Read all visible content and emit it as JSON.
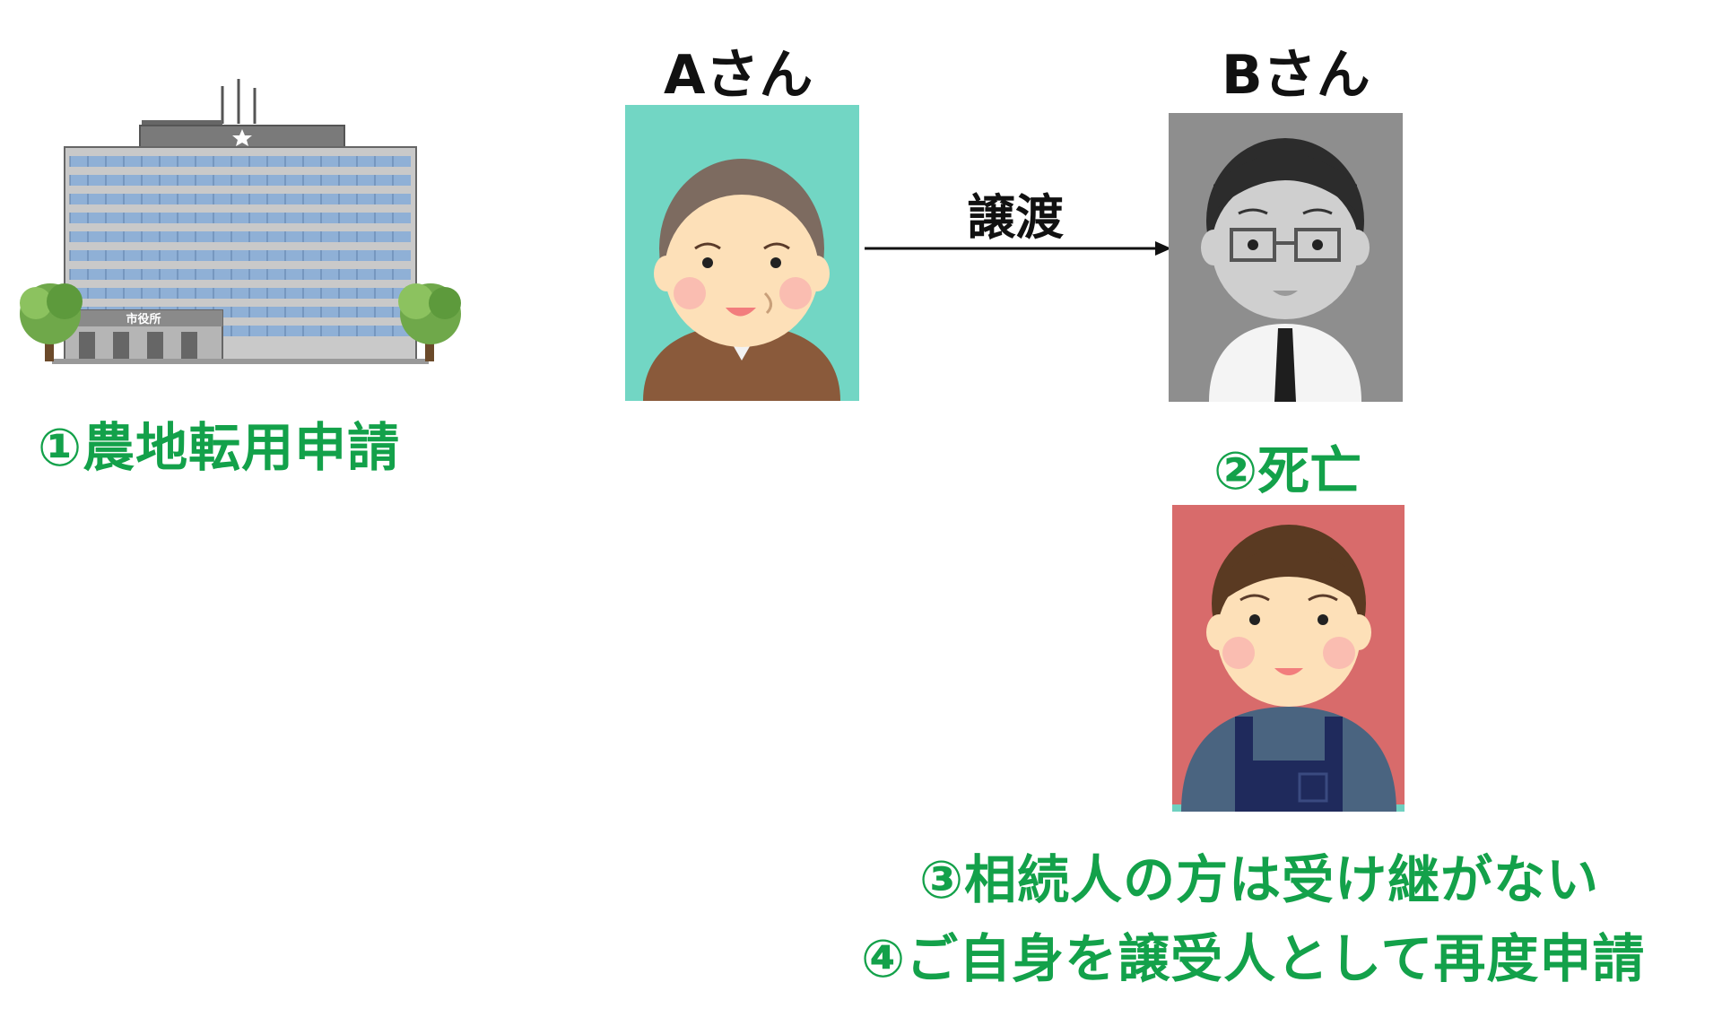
{
  "city_hall": {
    "sign_text": "市役所",
    "caption": "①農地転用申請"
  },
  "person_a": {
    "label": "Aさん",
    "bg_color": "#72d6c4"
  },
  "person_b": {
    "label": "Bさん",
    "bg_color": "#8e8e8e"
  },
  "heir": {
    "bg_color": "#d86b6b"
  },
  "transfer": {
    "label": "譲渡"
  },
  "steps": {
    "death": "②死亡",
    "heir_note": "③相続人の方は受け継がない",
    "reapply": "④ご自身を譲受人として再度申請"
  },
  "colors": {
    "accent_green": "#13a14a",
    "text_black": "#111111"
  }
}
